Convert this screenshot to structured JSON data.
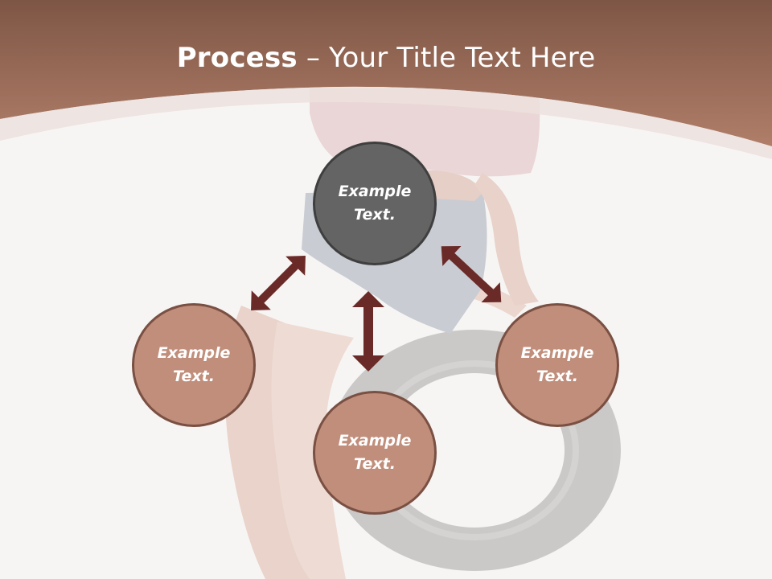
{
  "title": {
    "bold": "Process",
    "rest": " – Your Title Text Here"
  },
  "nodes": {
    "top": "Example Text.",
    "left": "Example Text.",
    "bottom": "Example Text.",
    "right": "Example Text."
  },
  "colors": {
    "header_top": "#7e5645",
    "header_bottom": "#b07e69",
    "center_node": "#646464",
    "outer_node": "#c08e7b",
    "node_border": "#7a5043",
    "arrow": "#6a2a27"
  }
}
